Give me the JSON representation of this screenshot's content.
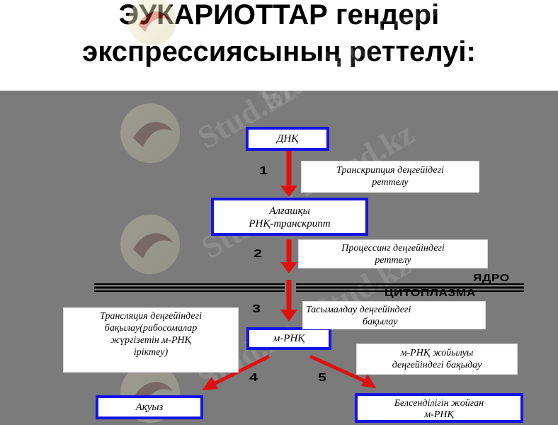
{
  "title": {
    "line1": "ЭУКАРИОТТАР гендері",
    "line2": "экспрессиясының реттелуі:"
  },
  "watermark": "Stud.kz - Stud.kz",
  "nodes": {
    "dna": "ДНҚ",
    "primary_line1": "Алғашқы",
    "primary_line2": "РНҚ-транскрипт",
    "mrna": "м-РНҚ",
    "protein": "Ақуыз",
    "inactive_line1": "Белсенділігін жойған",
    "inactive_line2": "м-РНҚ"
  },
  "labels": {
    "transcription_line1": "Транскрипция деңгейідегі",
    "transcription_line2": "реттелу",
    "processing_line1": "Процессинг деңгейіндегі",
    "processing_line2": "реттелу",
    "transport_line1": "Тасымалдау деңгейіндегі",
    "transport_line2": "бақылау",
    "translation_line1": "Трансляция деңгейіндегі",
    "translation_line2": "бақылау(рибосомалар",
    "translation_line3": "жүргізетін м-РНҚ",
    "translation_line4": "іріктеу)",
    "degradation_line1": "м-РНҚ жойылуы",
    "degradation_line2": "деңгейіндегі бақыдау"
  },
  "steps": [
    "1",
    "2",
    "3",
    "4",
    "5"
  ],
  "regions": {
    "nucleus": "ЯДРО",
    "cytoplasm": "ЦИТОПЛАЗМА"
  },
  "colors": {
    "panel": "#7b7b7b",
    "box_border": "#1414e6",
    "arrow": "#e01010"
  }
}
